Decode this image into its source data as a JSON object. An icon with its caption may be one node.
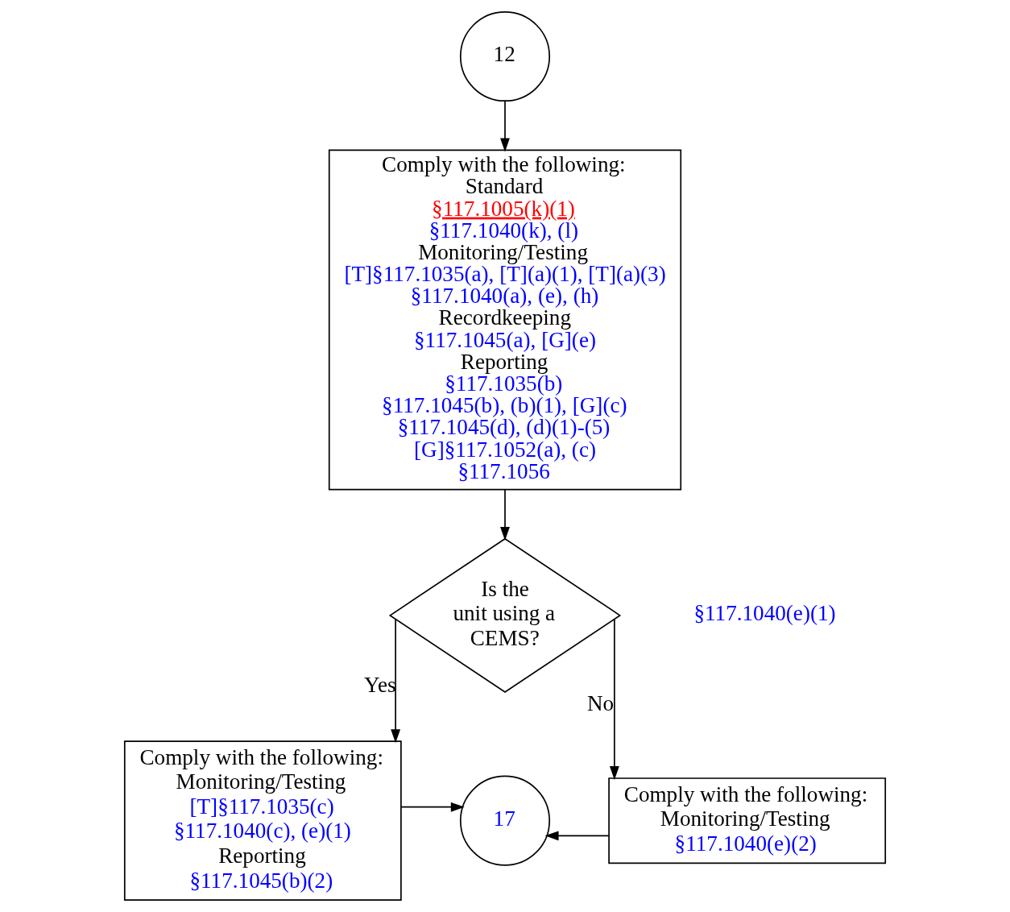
{
  "diagram": {
    "nodes": [
      {
        "text": [
          "12"
        ]
      },
      {
        "text": [
          "Comply with the following:",
          "Standard",
          "§117.1005(k)(1)",
          "§117.1040(k), (l)",
          "Monitoring/Testing",
          "[T]§117.1035(a), [T](a)(1), [T](a)(3)",
          "§117.1040(a), (e), (h)",
          "Recordkeeping",
          "§117.1045(a), [G](e)",
          "Reporting",
          "§117.1035(b)",
          "§117.1045(b), (b)(1), [G](c)",
          "§117.1045(d), (d)(1)-(5)",
          "[G]§117.1052(a), (c)",
          "§117.1056"
        ]
      },
      {
        "text": [
          "Is the unit using a CEMS?"
        ]
      },
      {
        "text": [
          "Comply with the following:",
          "Monitoring/Testing",
          "[T]§117.1035(c)",
          "§117.1040(c), (e)(1)",
          "Reporting",
          "§117.1045(b)(2)"
        ]
      },
      {
        "text": [
          "17"
        ]
      },
      {
        "text": [
          "Comply with the following:",
          "Monitoring/Testing",
          "§117.1040(e)(2)"
        ]
      }
    ],
    "edges": [
      {
        "from": 0,
        "to": 1,
        "arrow": "to"
      },
      {
        "from": 1,
        "to": 2,
        "arrow": "to"
      },
      {
        "from": 2,
        "to": 3,
        "arrow": "to",
        "label": "Yes"
      },
      {
        "from": 2,
        "to": 5,
        "arrow": "to",
        "label": "No"
      },
      {
        "from": 3,
        "to": 4,
        "arrow": "to"
      },
      {
        "from": 5,
        "to": 4,
        "arrow": "to"
      }
    ],
    "labels": [
      "§117.1040(e)(1)"
    ]
  }
}
